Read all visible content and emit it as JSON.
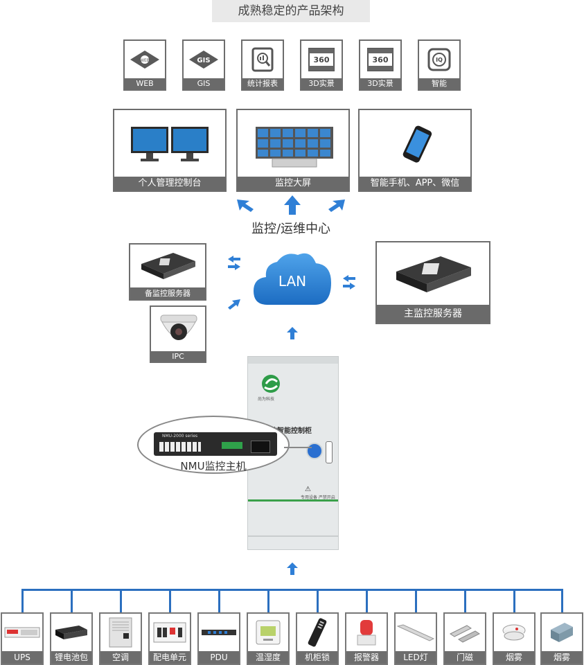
{
  "title": "成熟稳定的产品架构",
  "top_tiles": [
    {
      "label": "WEB",
      "icon": "web-icon"
    },
    {
      "label": "GIS",
      "icon": "gis-icon"
    },
    {
      "label": "统计报表",
      "icon": "report-icon"
    },
    {
      "label": "3D实景",
      "icon": "360-icon"
    },
    {
      "label": "3D实景",
      "icon": "360-icon"
    },
    {
      "label": "智能",
      "icon": "iq-icon"
    }
  ],
  "clients": [
    {
      "label": "个人管理控制台",
      "icon": "dual-monitor-icon"
    },
    {
      "label": "监控大屏",
      "icon": "video-wall-icon"
    },
    {
      "label": "智能手机、APP、微信",
      "icon": "smartphone-icon"
    }
  ],
  "center_label": "监控/运维中心",
  "cloud_label": "LAN",
  "backup_server": "备监控服务器",
  "ipc": "IPC",
  "main_server": "主监控服务器",
  "cabinet": {
    "brand": "尚为科技",
    "front_title": "智能系统智能控制柜",
    "warning": "专用设备 严禁开启",
    "host_label": "NMU监控主机",
    "host_model": "NMU-2000 series"
  },
  "devices": [
    "UPS",
    "锂电池包",
    "空调",
    "配电单元",
    "PDU",
    "温湿度",
    "机柜锁",
    "报警器",
    "LED灯",
    "门磁",
    "烟雾",
    "烟雾"
  ],
  "colors": {
    "accent": "#2b6fbf",
    "caption_bg": "#6a6a6a",
    "arrow": "#2f7fd6"
  }
}
